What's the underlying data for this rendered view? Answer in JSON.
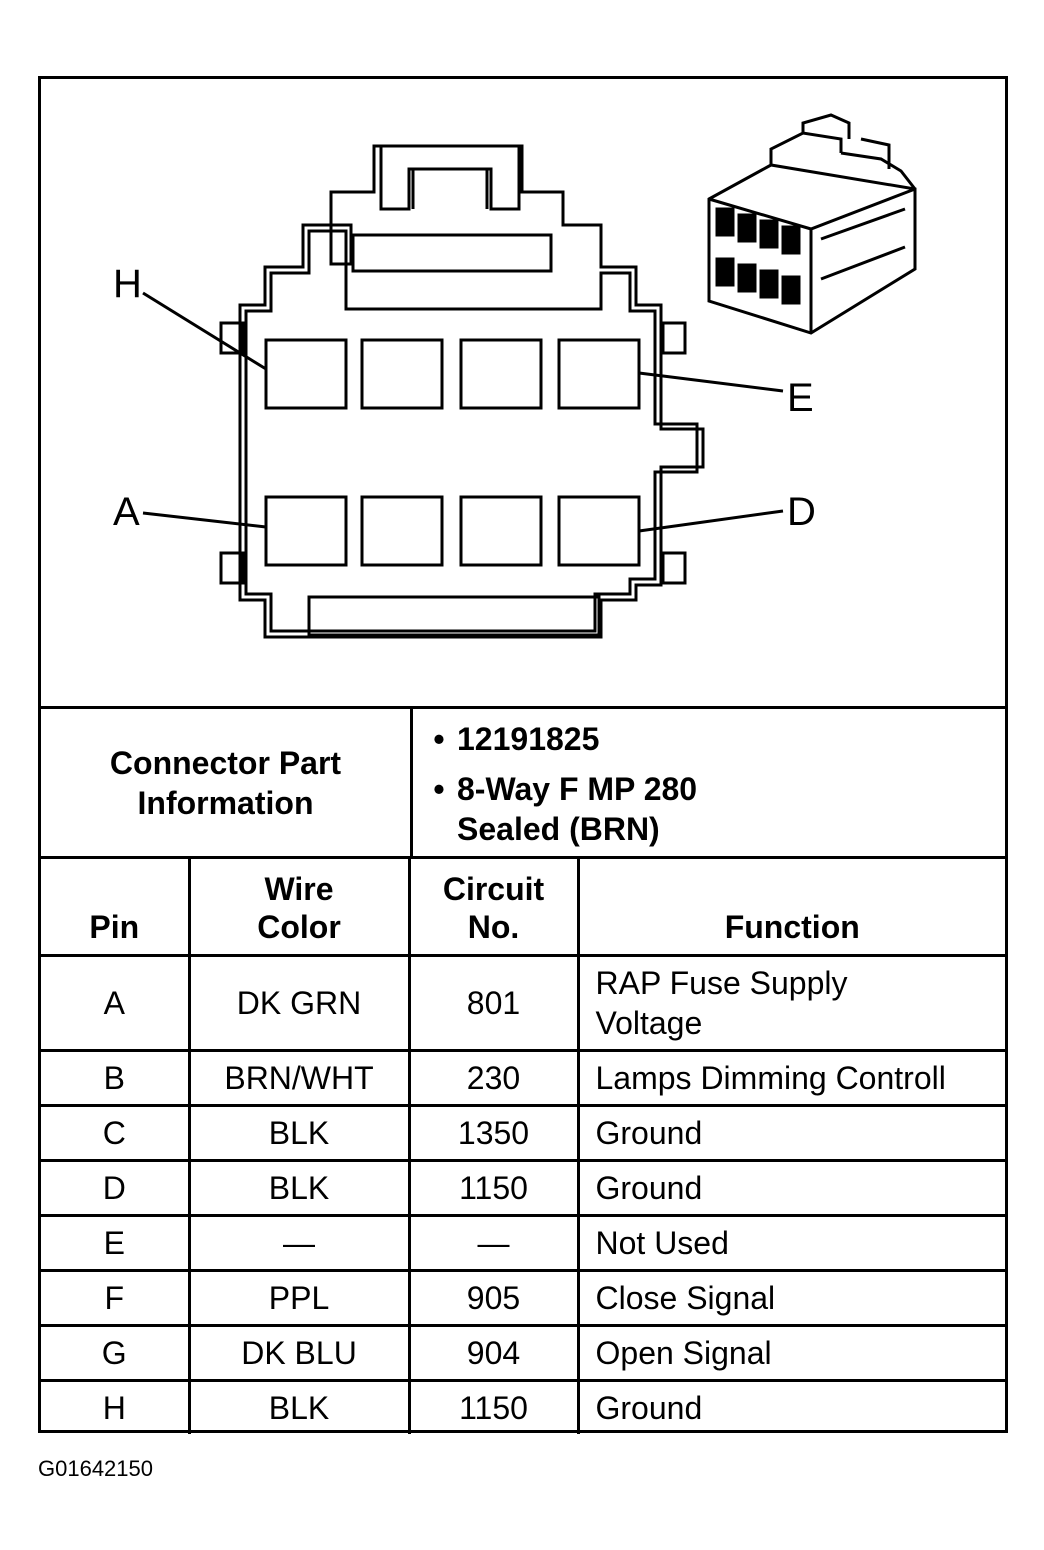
{
  "diagram": {
    "labels": {
      "h": "H",
      "e": "E",
      "a": "A",
      "d": "D"
    },
    "icons": {
      "face": "connector-face-icon",
      "iso": "connector-isometric-icon"
    }
  },
  "info": {
    "label_line1": "Connector Part",
    "label_line2": "Information",
    "items": [
      "12191825",
      "8-Way F MP 280"
    ],
    "item2_line2": "Sealed (BRN)",
    "bullet": "•"
  },
  "table": {
    "headers": {
      "pin": "Pin",
      "wire_line1": "Wire",
      "wire_line2": "Color",
      "circuit_line1": "Circuit",
      "circuit_line2": "No.",
      "function": "Function"
    },
    "rows": [
      {
        "pin": "A",
        "wire": "DK GRN",
        "circuit": "801",
        "function_line1": "RAP Fuse Supply",
        "function_line2": "Voltage"
      },
      {
        "pin": "B",
        "wire": "BRN/WHT",
        "circuit": "230",
        "function": "Lamps Dimming Controll"
      },
      {
        "pin": "C",
        "wire": "BLK",
        "circuit": "1350",
        "function": "Ground"
      },
      {
        "pin": "D",
        "wire": "BLK",
        "circuit": "1150",
        "function": "Ground"
      },
      {
        "pin": "E",
        "wire": "—",
        "circuit": "—",
        "function": "Not Used"
      },
      {
        "pin": "F",
        "wire": "PPL",
        "circuit": "905",
        "function": "Close Signal"
      },
      {
        "pin": "G",
        "wire": "DK BLU",
        "circuit": "904",
        "function": "Open Signal"
      },
      {
        "pin": "H",
        "wire": "BLK",
        "circuit": "1150",
        "function": "Ground"
      }
    ]
  },
  "figure_id": "G01642150"
}
